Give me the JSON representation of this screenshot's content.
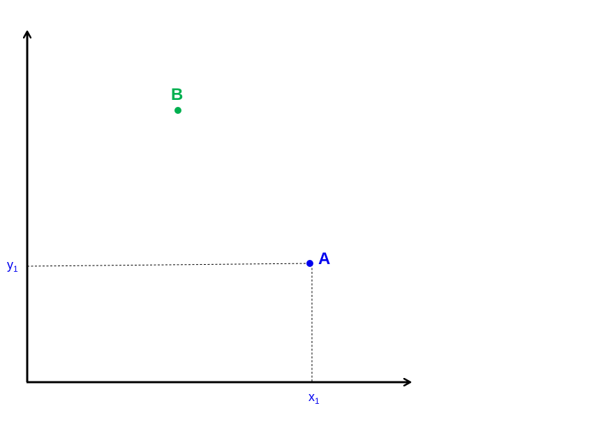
{
  "diagram": {
    "points": [
      {
        "id": "A",
        "label": "A",
        "color": "#0000ee"
      },
      {
        "id": "B",
        "label": "B",
        "color": "#00b050"
      }
    ],
    "x_tick": {
      "base": "x",
      "subscript": "1",
      "color": "#0000ee"
    },
    "y_tick": {
      "base": "y",
      "subscript": "1",
      "color": "#0000ee"
    },
    "axis_color": "#000000",
    "guide_line_color": "#000000",
    "guide_line_style": "dashed"
  }
}
